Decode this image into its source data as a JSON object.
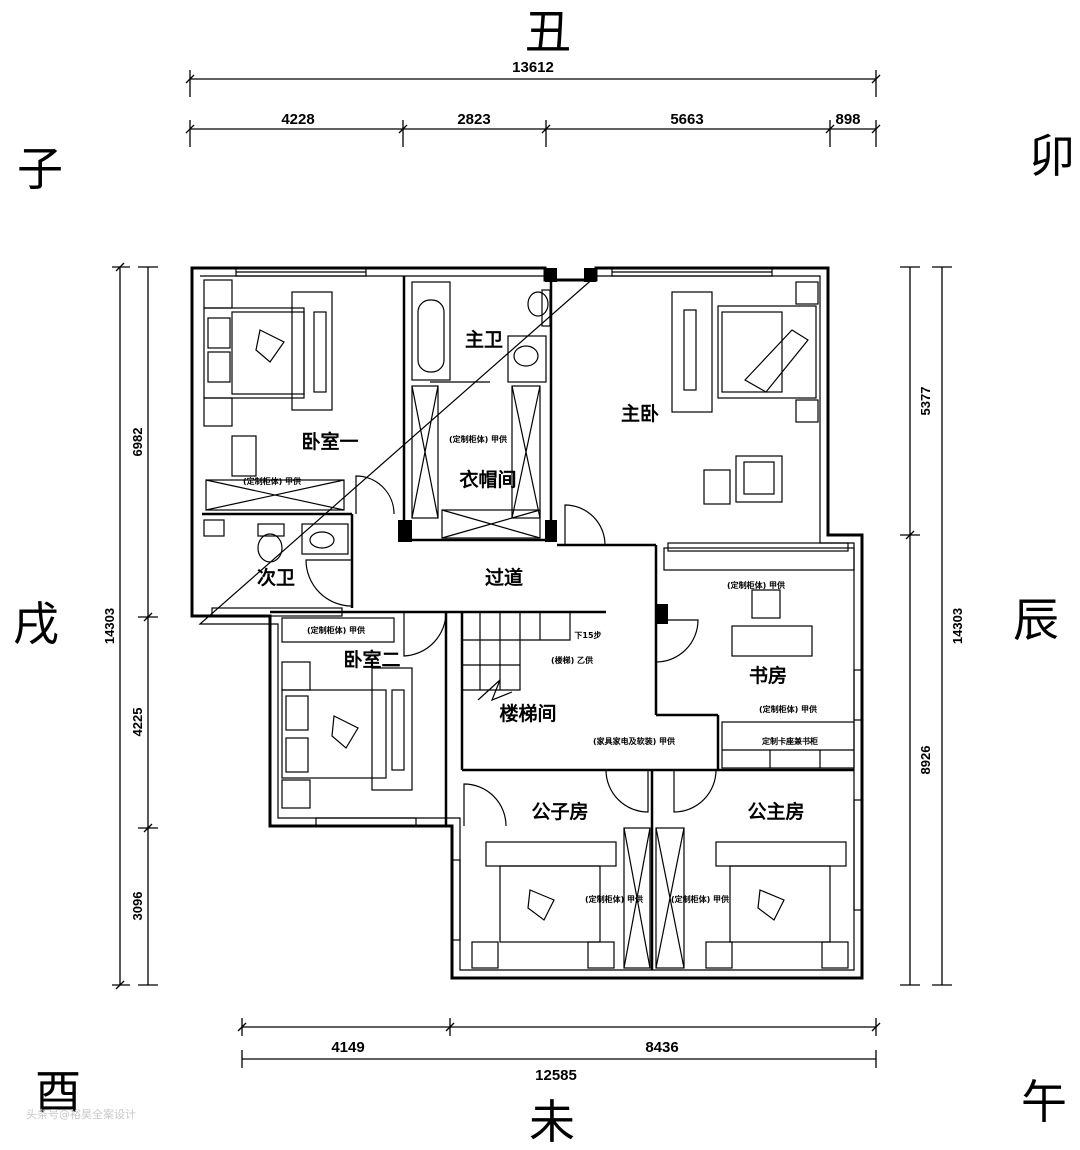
{
  "directions": {
    "north": "丑",
    "northwest": "子",
    "northeast": "卯",
    "west": "戌",
    "east": "辰",
    "southwest": "酉",
    "south": "未",
    "southeast": "午"
  },
  "dimensions": {
    "top_total": "13612",
    "top_segments": [
      "4228",
      "2823",
      "5663",
      "898"
    ],
    "left_segments": [
      "6982",
      "4225",
      "3096"
    ],
    "left_total": "14303",
    "right_segments": [
      "5377",
      "8926"
    ],
    "right_total": "14303",
    "bottom_segments": [
      "4149",
      "8436"
    ],
    "bottom_total": "12585"
  },
  "rooms": {
    "bedroom_one": "卧室一",
    "master_bath": "主卫",
    "cloakroom": "衣帽间",
    "master_bedroom": "主卧",
    "second_bath": "次卫",
    "corridor": "过道",
    "bedroom_two": "卧室二",
    "stairwell": "楼梯间",
    "study": "书房",
    "son_room": "公子房",
    "daughter_room": "公主房"
  },
  "notes": {
    "cabinet_bed1": "(定制柜体) 甲供",
    "cabinet_cloak": "(定制柜体) 甲供",
    "cabinet_bed2": "(定制柜体) 甲供",
    "stairs_down": "下15步",
    "stairs_b": "(楼梯) 乙供",
    "furniture": "(家具家电及软装) 甲供",
    "cabinet_study": "(定制柜体) 甲供",
    "study_desk": "(定制柜体) 甲供",
    "study_shelf": "定制卡座兼书柜",
    "cabinet_son": "(定制柜体) 甲供",
    "cabinet_daughter": "(定制柜体) 甲供"
  },
  "watermark": "头条号@裕昊全案设计"
}
